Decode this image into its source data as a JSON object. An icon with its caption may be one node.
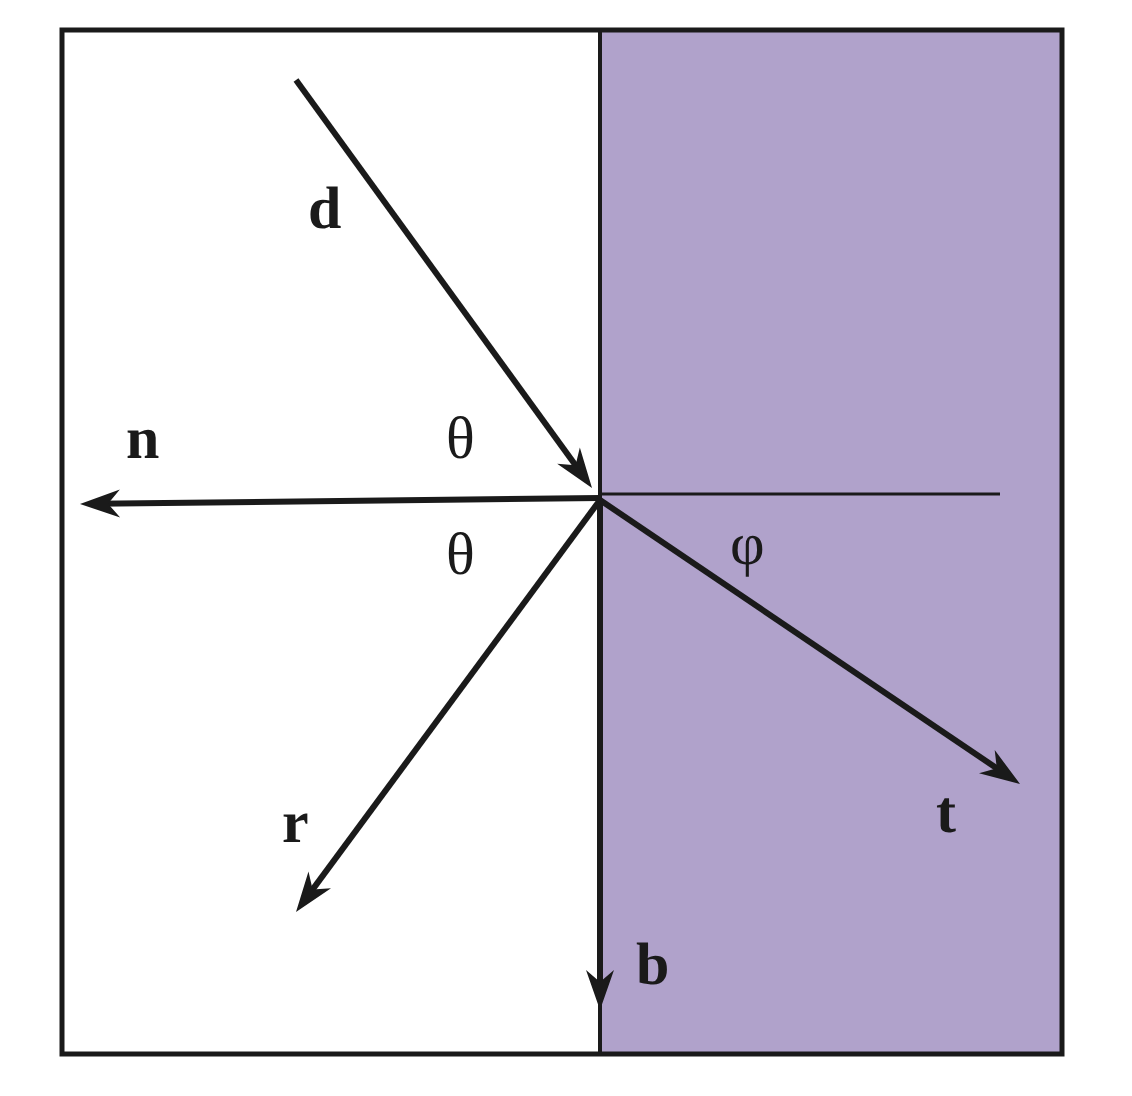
{
  "diagram": {
    "labels": [
      "d",
      "n",
      "θ",
      "φ",
      "θ",
      "t",
      "r",
      "b"
    ]
  }
}
